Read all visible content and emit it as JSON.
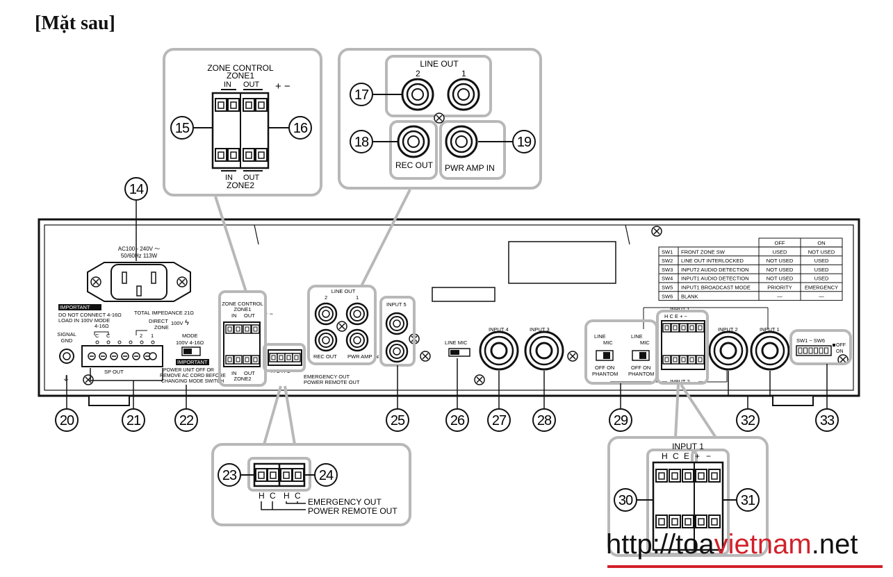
{
  "title": "[Mặt sau]",
  "watermark": {
    "prefix": "http://toa",
    "accent": "vietnam",
    "suffix": ".net"
  },
  "colors": {
    "callout_box": "#b8b8b8",
    "accent": "#d3202a",
    "ink": "#111111"
  },
  "callouts": [
    "14",
    "15",
    "16",
    "17",
    "18",
    "19",
    "20",
    "21",
    "22",
    "23",
    "24",
    "25",
    "26",
    "27",
    "28",
    "29",
    "30",
    "31",
    "32",
    "33"
  ],
  "power": {
    "rating": "AC100 - 240V ～",
    "spec": "50/60Hz  113W"
  },
  "zone_box": {
    "title": "ZONE CONTROL",
    "zone1": "ZONE1",
    "zone2": "ZONE2",
    "in": "IN",
    "out": "OUT",
    "polarity": "+  −"
  },
  "lineout_box": {
    "title": "LINE OUT",
    "ch2": "2",
    "ch1": "1",
    "rec_out": "REC OUT",
    "pwr_amp_in": "PWR AMP IN"
  },
  "remote_box": {
    "h1": "H",
    "c1": "C",
    "h2": "H",
    "c2": "C",
    "emergency": "EMERGENCY OUT",
    "power_remote": "POWER REMOTE OUT"
  },
  "input1_box": {
    "title": "INPUT 1",
    "h": "H",
    "c": "C",
    "e": "E",
    "plus": "+",
    "minus": "−",
    "input2": "INPUT 2"
  },
  "panel": {
    "signal_gnd": "SIGNAL\nGND",
    "important_label": "IMPORTANT",
    "important_text1": "DO NOT CONNECT 4-16Ω",
    "important_text2": "LOAD IN 100V MODE",
    "total_impedance": "TOTAL IMPEDANCE  21Ω",
    "ohm_label": "4-16Ω",
    "direct": "DIRECT",
    "zone": "ZONE",
    "v100": "100V",
    "terminals": [
      "C",
      "C",
      "",
      "2",
      "1"
    ],
    "sp_out": "SP OUT",
    "mode": "MODE",
    "mode_opts": "100V  4-16Ω",
    "important2_text1": "POWER UNIT OFF OR",
    "important2_text2": "REMOVE AC CORD BEFORE",
    "important2_text3": "CHANGING MODE SWITCH",
    "input5": "INPUT 5",
    "input4": "INPUT 4",
    "input3": "INPUT 3",
    "input2": "INPUT 2",
    "input1": "INPUT 1",
    "line_mic": "LINE  MIC",
    "line": "LINE",
    "mic": "MIC",
    "off_on": "OFF  ON",
    "phantom": "PHANTOM",
    "sw_range": "SW1  −  SW6",
    "off": "OFF",
    "on": "ON",
    "emergency_out": "EMERGENCY OUT",
    "power_remote_out": "POWER REMOTE OUT"
  },
  "sw_table": {
    "header": [
      "",
      "",
      "OFF",
      "ON"
    ],
    "rows": [
      [
        "SW1",
        "FRONT ZONE SW",
        "USED",
        "NOT USED"
      ],
      [
        "SW2",
        "LINE OUT INTERLOCKED",
        "NOT USED",
        "USED"
      ],
      [
        "SW3",
        "INPUT2 AUDIO DETECTION",
        "NOT USED",
        "USED"
      ],
      [
        "SW4",
        "INPUT1 AUDIO DETECTION",
        "NOT USED",
        "USED"
      ],
      [
        "SW5",
        "INPUT1 BROADCAST MODE",
        "PRIORITY",
        "EMERGENCY"
      ],
      [
        "SW6",
        "BLANK",
        "—",
        "—"
      ]
    ]
  }
}
